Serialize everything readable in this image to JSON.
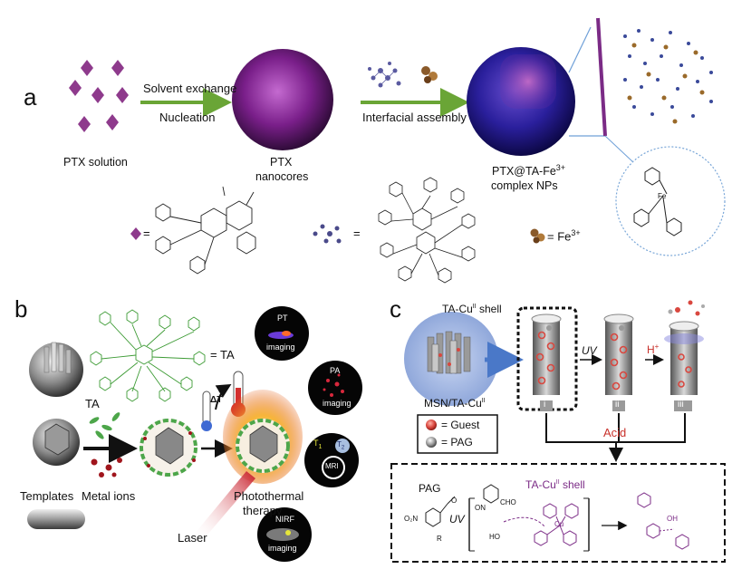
{
  "panel_a": {
    "letter": "a",
    "step1_top": "Solvent exchange",
    "step1_bottom": "Nucleation",
    "step2": "Interfacial assembly",
    "ptx_solution": "PTX solution",
    "ptx_nanocores_1": "PTX",
    "ptx_nanocores_2": "nanocores",
    "complex_1": "PTX@TA-Fe",
    "complex_sup": "3+",
    "complex_2": "complex NPs",
    "legend_eq_1": "=",
    "legend_eq_2": "=",
    "legend_fe": "= Fe",
    "legend_fe_sup": "3+",
    "fe_label": "Fe"
  },
  "panel_b": {
    "letter": "b",
    "ta_eq": "= TA",
    "ta_label": "TA",
    "templates": "Templates",
    "metal_ions": "Metal ions",
    "delta_t": "ΔT",
    "photothermal_1": "Photothermal",
    "photothermal_2": "therapy",
    "laser": "Laser",
    "pt_top": "PT",
    "pt_bottom": "imaging",
    "pa_top": "PA",
    "pa_bottom": "imaging",
    "t1": "T",
    "t1_sub": "1",
    "t2": "T",
    "t2_sub": "2",
    "mri": "MRI",
    "nirf_top": "NIRF",
    "nirf_bottom": "imaging"
  },
  "panel_c": {
    "letter": "c",
    "shell_label": "TA-Cu",
    "shell_sup": "II",
    "shell_suffix": " shell",
    "msn_label": "MSN/TA-Cu",
    "msn_sup": "II",
    "guest_legend": "= Guest",
    "pag_legend": "= PAG",
    "uv": "UV",
    "h_plus": "H",
    "h_sup": "+",
    "step_i": "i",
    "step_ii": "ii",
    "step_iii": "iii",
    "acid": "Acid",
    "box_pag": "PAG",
    "box_uv": "UV",
    "box_shell": "TA-Cu",
    "box_shell_sup": "II",
    "box_shell_suffix": " shell",
    "cu": "Cu",
    "chem_on": "ON",
    "chem_cho": "CHO",
    "chem_o2n": "O₂N",
    "chem_r": "R",
    "chem_o": "O",
    "chem_ho": "HO",
    "chem_oh": "OH"
  },
  "colors": {
    "diamond": "#8e3a8c",
    "arrow_green": "#6aa536",
    "nanocore": "#7a1f8a",
    "complex_outer": "#2a1f8c",
    "ta_green": "#3d9b35",
    "acid_red": "#c8312b",
    "purple_chem": "#7b2b86",
    "guest_red": "#d9473f"
  }
}
